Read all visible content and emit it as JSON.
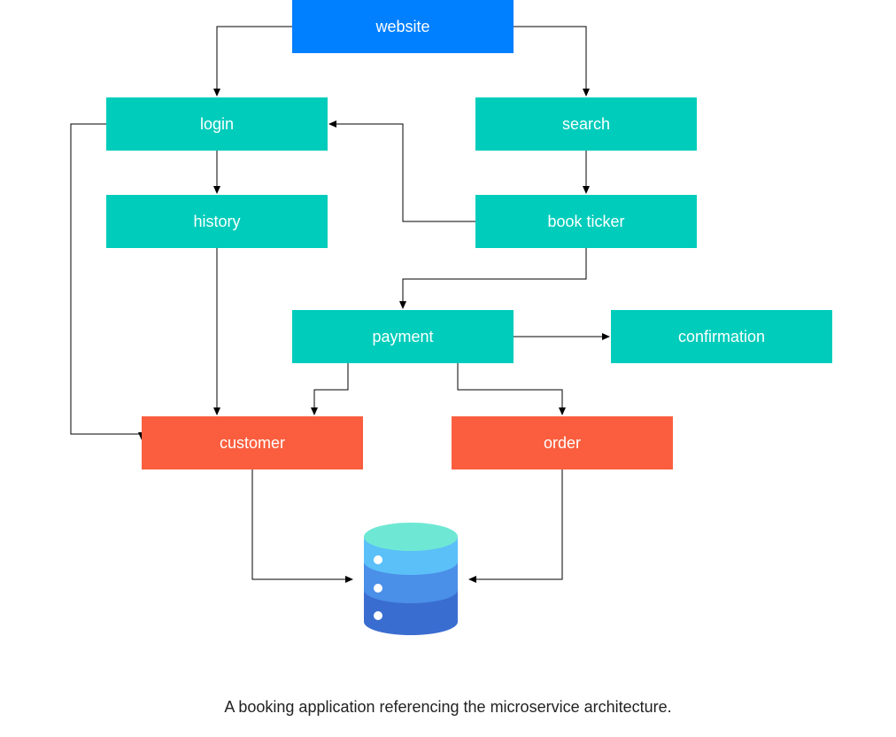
{
  "colors": {
    "entry": "#007FFF",
    "service": "#00CCBB",
    "data_service": "#FA5E3E",
    "edge": "#000000",
    "db_top": "#6EE8D4",
    "db_band1": "#5BC0F8",
    "db_band2": "#4A8FE8",
    "db_band3": "#3A6DD0"
  },
  "nodes": {
    "website": "website",
    "login": "login",
    "search": "search",
    "history": "history",
    "book_ticker": "book ticker",
    "payment": "payment",
    "confirmation": "confirmation",
    "customer": "customer",
    "order": "order"
  },
  "database": {
    "icon": "database-icon"
  },
  "edges": [
    {
      "from": "website",
      "to": "login"
    },
    {
      "from": "website",
      "to": "search"
    },
    {
      "from": "login",
      "to": "history"
    },
    {
      "from": "search",
      "to": "book_ticker"
    },
    {
      "from": "book_ticker",
      "to": "login"
    },
    {
      "from": "book_ticker",
      "to": "payment"
    },
    {
      "from": "payment",
      "to": "confirmation"
    },
    {
      "from": "payment",
      "to": "customer"
    },
    {
      "from": "payment",
      "to": "order"
    },
    {
      "from": "history",
      "to": "customer"
    },
    {
      "from": "login",
      "to": "customer"
    },
    {
      "from": "customer",
      "to": "database"
    },
    {
      "from": "order",
      "to": "database"
    }
  ],
  "caption": "A booking application referencing the microservice architecture."
}
